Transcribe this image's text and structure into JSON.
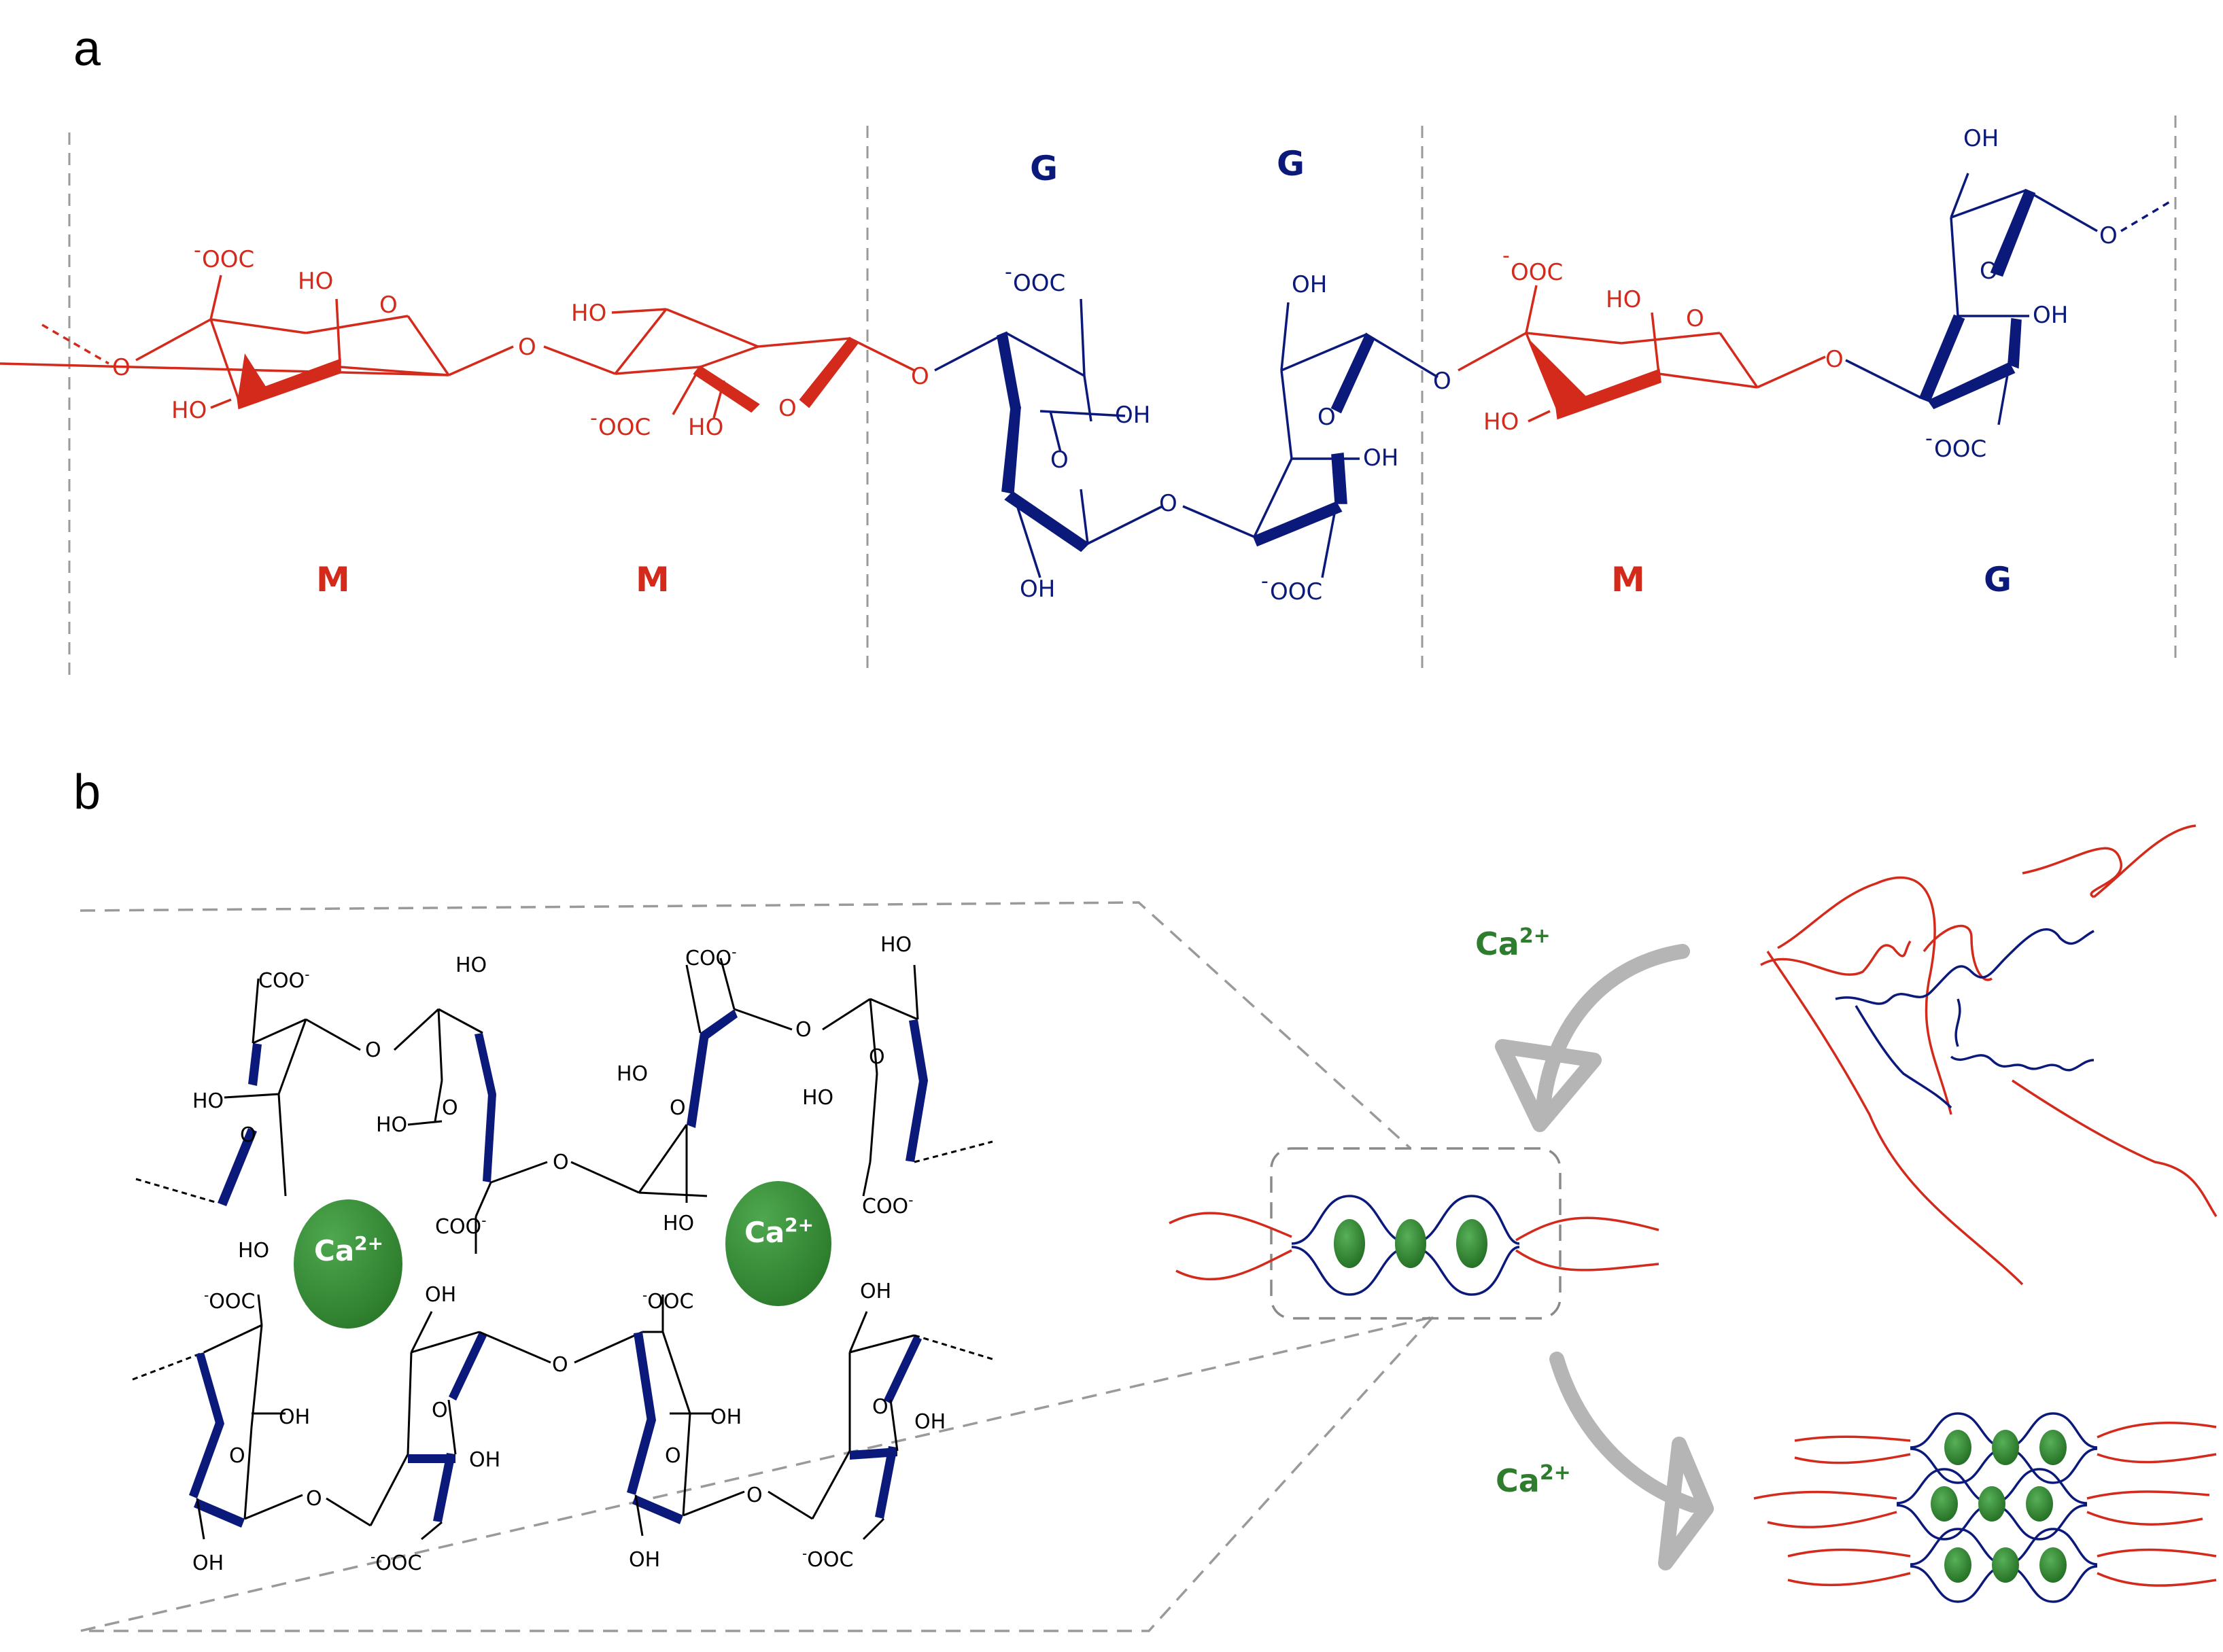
{
  "panels": {
    "a": "a",
    "b": "b"
  },
  "colors": {
    "mannuronate": "#d42a1c",
    "guluronate": "#0b1a7a",
    "calcium": "#2e7d2e",
    "arrow": "#b5b5b5",
    "divider": "#9a9a9a"
  },
  "panel_a": {
    "block_labels": [
      {
        "key": "m1",
        "text": "M"
      },
      {
        "key": "m2",
        "text": "M"
      },
      {
        "key": "g1",
        "text": "G"
      },
      {
        "key": "g2",
        "text": "G"
      },
      {
        "key": "m3",
        "text": "M"
      },
      {
        "key": "g3",
        "text": "G"
      }
    ],
    "groups": {
      "coo": "OOC",
      "coo_right": "COO",
      "minus": "-",
      "ho": "HO",
      "oh": "OH",
      "o": "O"
    }
  },
  "panel_b": {
    "ion": {
      "base": "Ca",
      "charge": "2+"
    },
    "side_ion_top": {
      "base": "Ca",
      "charge": "2+"
    },
    "side_ion_bottom": {
      "base": "Ca",
      "charge": "2+"
    }
  }
}
